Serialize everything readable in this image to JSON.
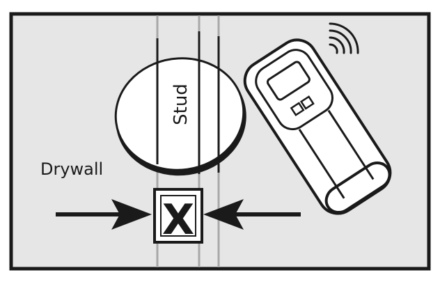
{
  "labels": {
    "stud": "Stud",
    "drywall": "Drywall",
    "mark": "X"
  },
  "icons": {
    "signal": "wifi-signal-icon",
    "mark": "x-mark-icon",
    "arrows": "arrow-right-icon"
  },
  "colors": {
    "frame": "#1a1a1a",
    "wall": "#e6e6e6",
    "stud_lines": "#a8a8a8",
    "device_fill": "#ffffff",
    "disc_fill": "#ffffff"
  }
}
